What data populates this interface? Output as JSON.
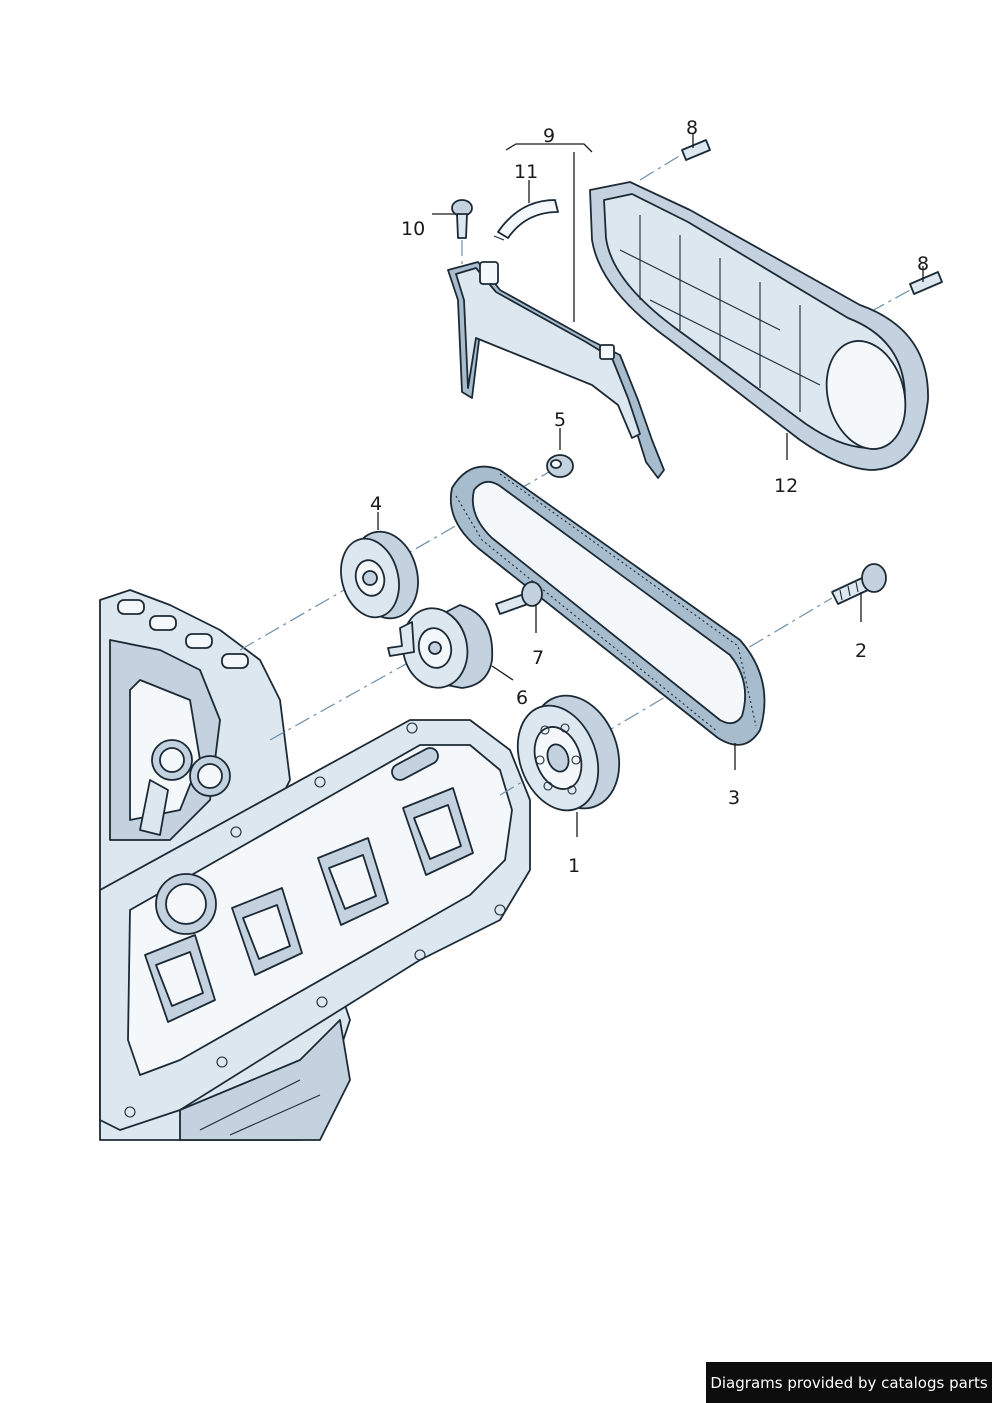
{
  "diagram": {
    "callouts": [
      {
        "id": "1",
        "label": "1"
      },
      {
        "id": "2",
        "label": "2"
      },
      {
        "id": "3",
        "label": "3"
      },
      {
        "id": "4",
        "label": "4"
      },
      {
        "id": "5",
        "label": "5"
      },
      {
        "id": "6",
        "label": "6"
      },
      {
        "id": "7",
        "label": "7"
      },
      {
        "id": "8a",
        "label": "8"
      },
      {
        "id": "8b",
        "label": "8"
      },
      {
        "id": "9",
        "label": "9"
      },
      {
        "id": "10",
        "label": "10"
      },
      {
        "id": "11",
        "label": "11"
      },
      {
        "id": "12",
        "label": "12"
      }
    ]
  },
  "footer": {
    "credit": "Diagrams provided by catalogs parts"
  },
  "colors": {
    "line": "#1c2a36",
    "fill_light": "#dde7ef",
    "fill_mid": "#c3d2de",
    "fill_dark": "#a7bccd",
    "axis": "#6f8fa8",
    "footer_bg": "#0d0d0d",
    "footer_text": "#ffffff"
  }
}
